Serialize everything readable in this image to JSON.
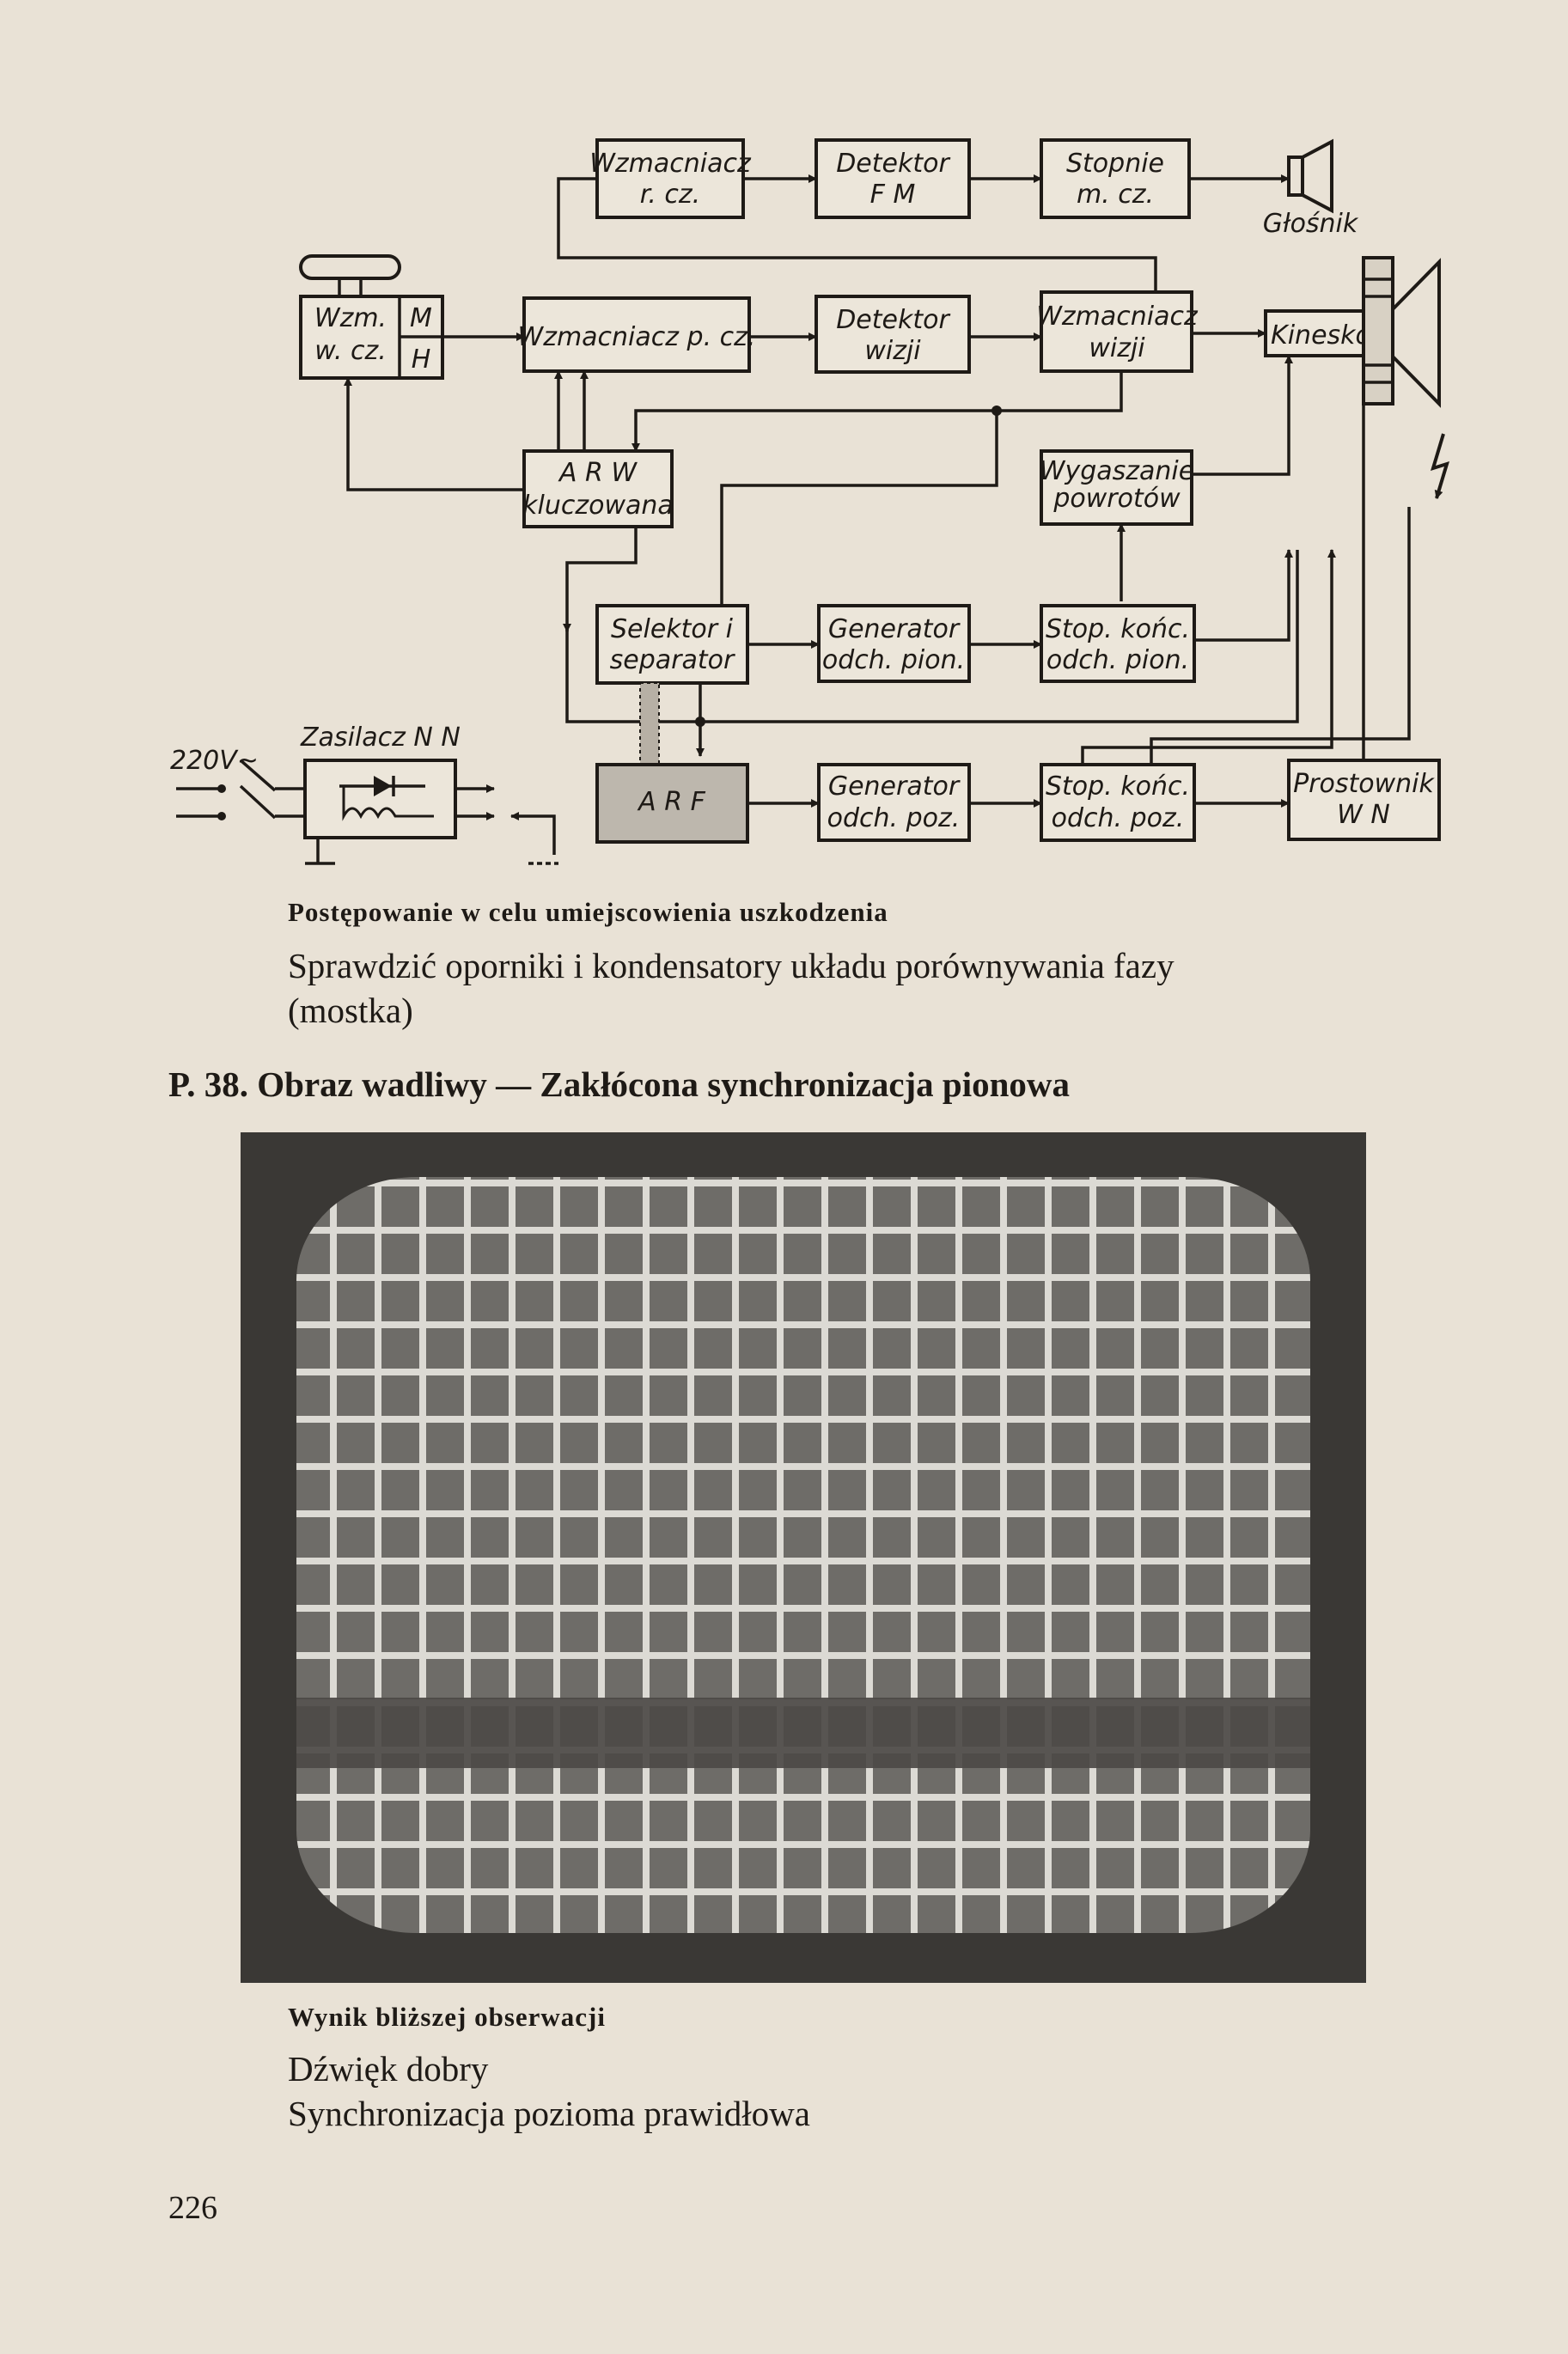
{
  "diagram": {
    "blocks": {
      "rcz_l1": "Wzmacniacz",
      "rcz_l2": "r. cz.",
      "fm_l1": "Detektor",
      "fm_l2": "F M",
      "mcz_l1": "Stopnie",
      "mcz_l2": "m. cz.",
      "speaker": "Głośnik",
      "wcz_l1": "Wzm.",
      "wcz_l2": "w. cz.",
      "wcz_m": "M",
      "wcz_h": "H",
      "pcz": "Wzmacniacz p. cz.",
      "detw_l1": "Detektor",
      "detw_l2": "wizji",
      "wzw_l1": "Wzmacniacz",
      "wzw_l2": "wizji",
      "kineskop": "Kineskop",
      "arw_l1": "A R W",
      "arw_l2": "kluczowana",
      "wyg_l1": "Wygaszanie",
      "wyg_l2": "powrotów",
      "sel_l1": "Selektor i",
      "sel_l2": "separator",
      "gpion_l1": "Generator",
      "gpion_l2": "odch. pion.",
      "spion_l1": "Stop. końc.",
      "spion_l2": "odch. pion.",
      "zas": "Zasilacz N N",
      "v220": "220V~",
      "arf": "A R F",
      "gpoz_l1": "Generator",
      "gpoz_l2": "odch. poz.",
      "spoz_l1": "Stop. końc.",
      "spoz_l2": "odch. poz.",
      "prost_l1": "Prostownik",
      "prost_l2": "W N"
    }
  },
  "text": {
    "caption1": "Postępowanie w celu umiejscowienia uszkodzenia",
    "body1_l1": "Sprawdzić oporniki i kondensatory układu porównywania fazy",
    "body1_l2": "(mostka)",
    "heading": "P. 38. Obraz wadliwy — Zakłócona synchronizacja pionowa",
    "caption2": "Wynik bliższej obserwacji",
    "body2_l1": "Dźwięk dobry",
    "body2_l2": "Synchronizacja pozioma prawidłowa",
    "page_number": "226"
  }
}
